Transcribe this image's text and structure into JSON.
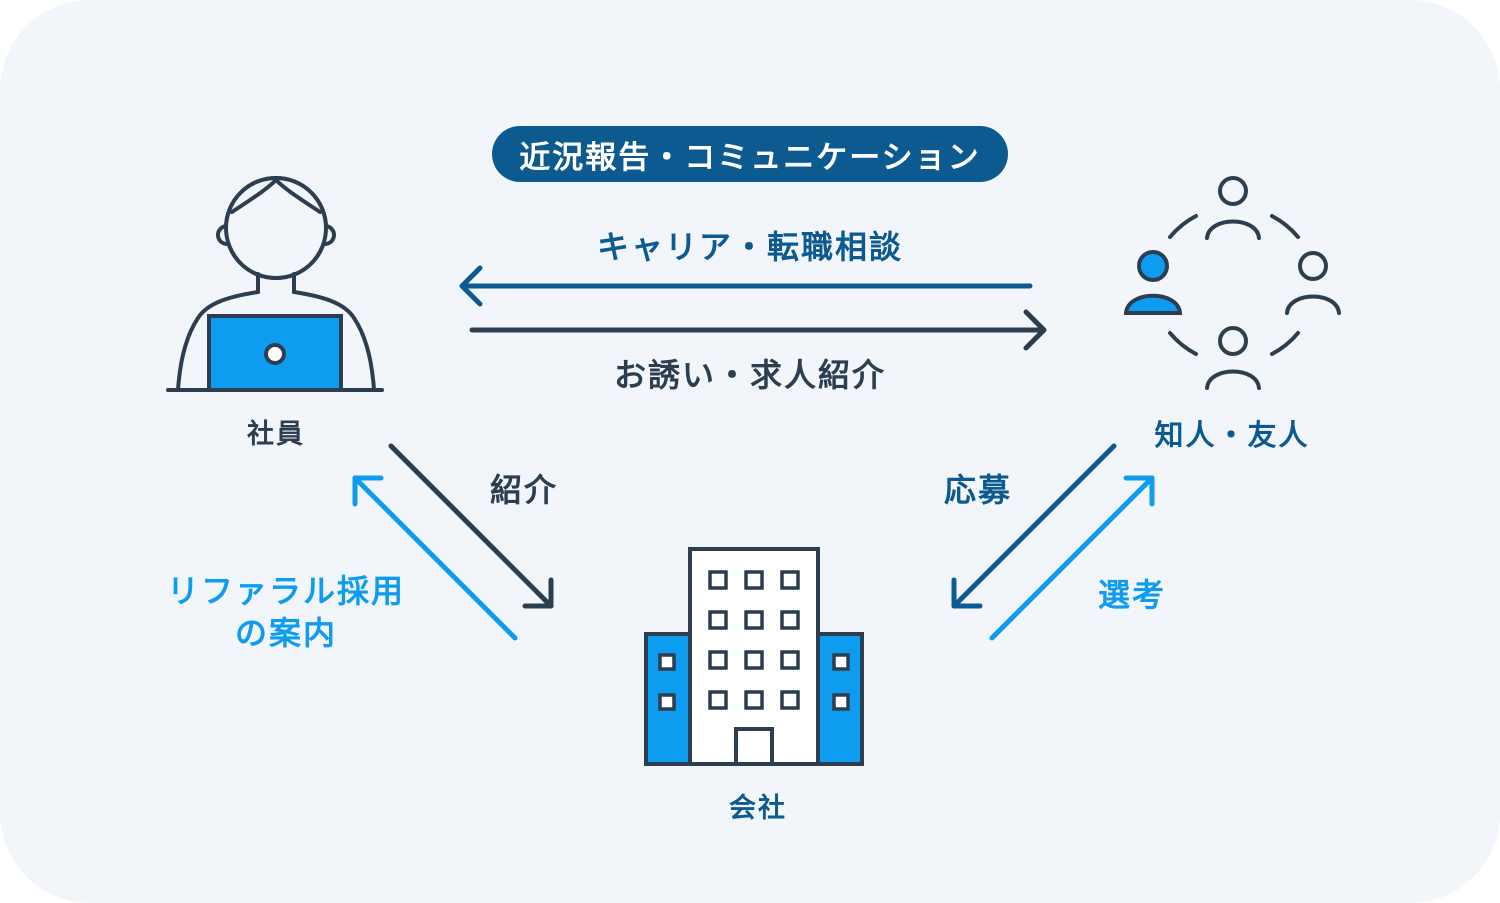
{
  "topic_label": "近況報告・コミュニケーション",
  "nodes": {
    "employee": "社員",
    "acquaintance": "知人・友人",
    "company": "会社"
  },
  "flows": {
    "career_consult": "キャリア・転職相談",
    "invitation": "お誘い・求人紹介",
    "referral": "紹介",
    "guide_line1": "リファラル採用",
    "guide_line2": "の案内",
    "apply": "応募",
    "selection": "選考"
  },
  "colors": {
    "navy": "#0c5a8f",
    "dark": "#2c3e50",
    "accent": "#0e9cf0",
    "background": "#f2f6fa"
  }
}
